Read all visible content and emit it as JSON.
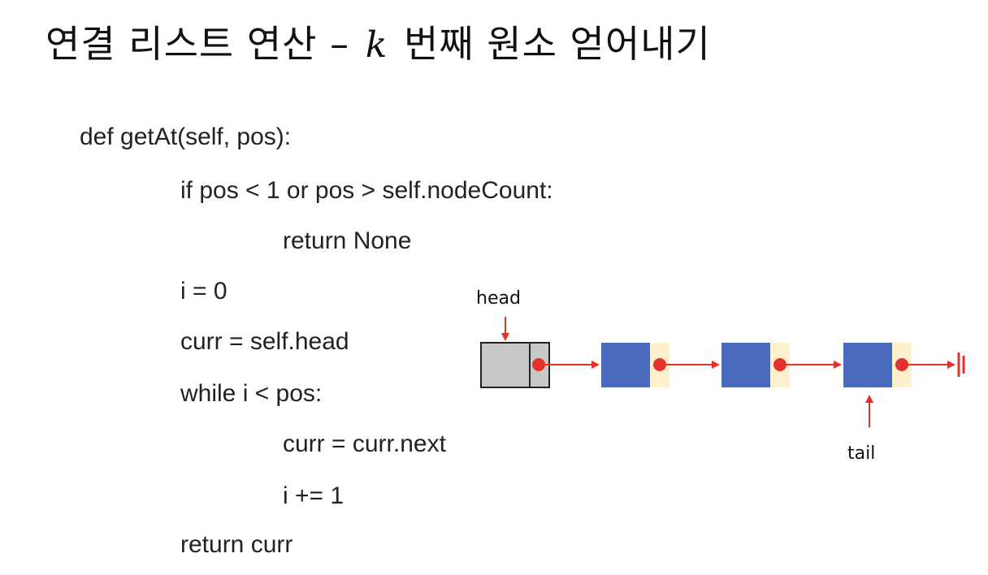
{
  "title": {
    "before": "연결 리스트 연산 – ",
    "variable": "k",
    "after": " 번째 원소 얻어내기"
  },
  "code": {
    "lines": [
      "def getAt(self, pos):",
      "if pos < 1 or pos > self.nodeCount:",
      "return None",
      "i = 0",
      "curr = self.head",
      "while i < pos:",
      "curr = curr.next",
      "i += 1",
      "return curr"
    ]
  },
  "diagram": {
    "head_label": "head",
    "tail_label": "tail",
    "colors": {
      "head_node_fill": "#c8c8c8",
      "node_data_fill": "#4a6bbd",
      "node_link_fill": "#fdf0cc",
      "pointer_red": "#e4312b",
      "outline": "#222222"
    }
  }
}
